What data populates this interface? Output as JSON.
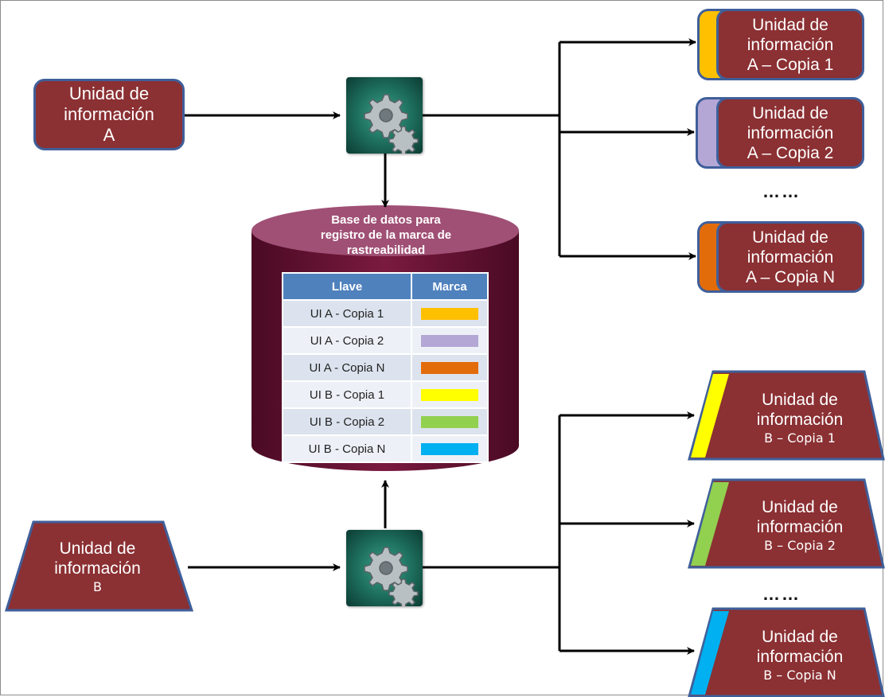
{
  "source_a": {
    "line1": "Unidad de",
    "line2": "información",
    "line3": "A"
  },
  "source_b": {
    "line1": "Unidad de",
    "line2": "información",
    "line3": "B"
  },
  "copies_a": [
    {
      "line1": "Unidad de",
      "line2": "información",
      "line3": "A – Copia 1",
      "color": "#FFC000"
    },
    {
      "line1": "Unidad de",
      "line2": "información",
      "line3": "A – Copia 2",
      "color": "#B4A7D6"
    },
    {
      "line1": "Unidad de",
      "line2": "información",
      "line3": "A – Copia N",
      "color": "#E36C0A"
    }
  ],
  "copies_b": [
    {
      "line1": "Unidad de",
      "line2": "información",
      "line3": "B – Copia 1",
      "color": "#FFFF00"
    },
    {
      "line1": "Unidad de",
      "line2": "información",
      "line3": "B – Copia 2",
      "color": "#92D050"
    },
    {
      "line1": "Unidad de",
      "line2": "información",
      "line3": "B – Copia N",
      "color": "#00B0F0"
    }
  ],
  "ellipsis": "……",
  "database": {
    "title_line1": "Base de datos para",
    "title_line2": "registro de la marca de",
    "title_line3": "rastreabilidad",
    "header_key": "Llave",
    "header_mark": "Marca",
    "rows": [
      {
        "key": "UI A - Copia 1",
        "color": "#FFC000"
      },
      {
        "key": "UI A - Copia 2",
        "color": "#B4A7D6"
      },
      {
        "key": "UI A - Copia N",
        "color": "#E36C0A"
      },
      {
        "key": "UI B - Copia 1",
        "color": "#FFFF00"
      },
      {
        "key": "UI B - Copia 2",
        "color": "#92D050"
      },
      {
        "key": "UI B - Copia N",
        "color": "#00B0F0"
      }
    ]
  },
  "icons": {
    "process_a": "gears-icon",
    "process_b": "gears-icon"
  }
}
